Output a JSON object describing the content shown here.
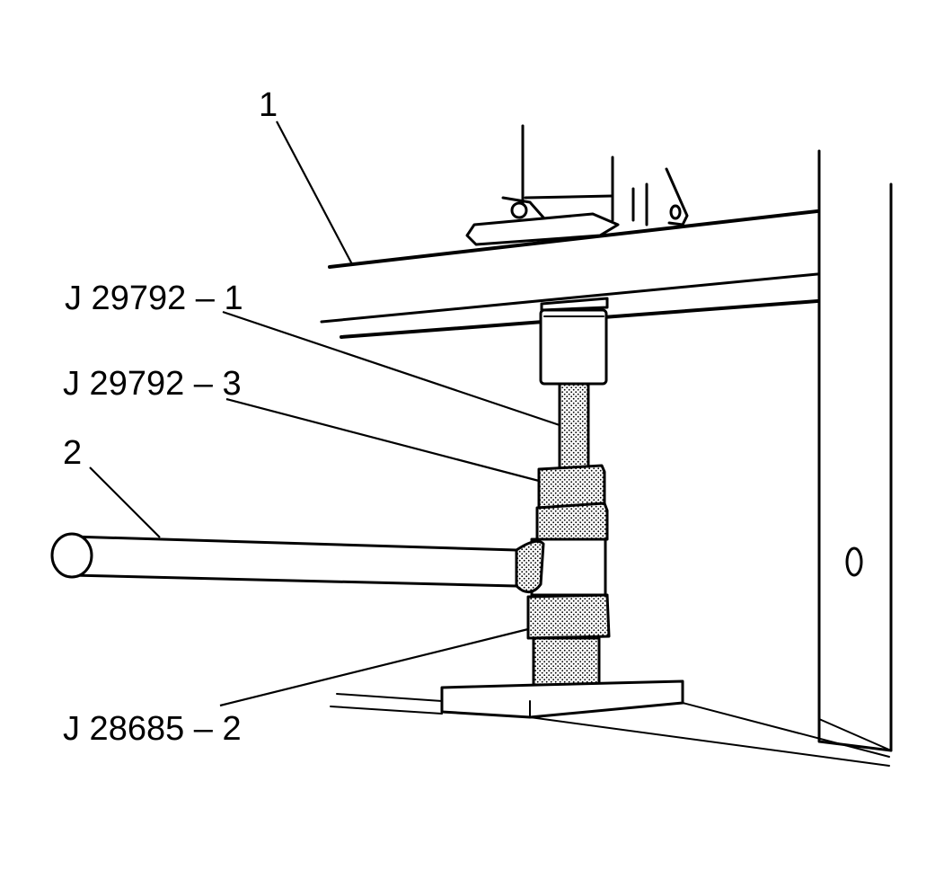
{
  "labels": {
    "callout_1": "1",
    "callout_2": "2",
    "tool_j29792_1": "J 29792 – 1",
    "tool_j29792_3": "J 29792 – 3",
    "tool_j28685_2": "J 28685 – 2"
  },
  "colors": {
    "ink": "#000000",
    "paper": "#ffffff"
  }
}
